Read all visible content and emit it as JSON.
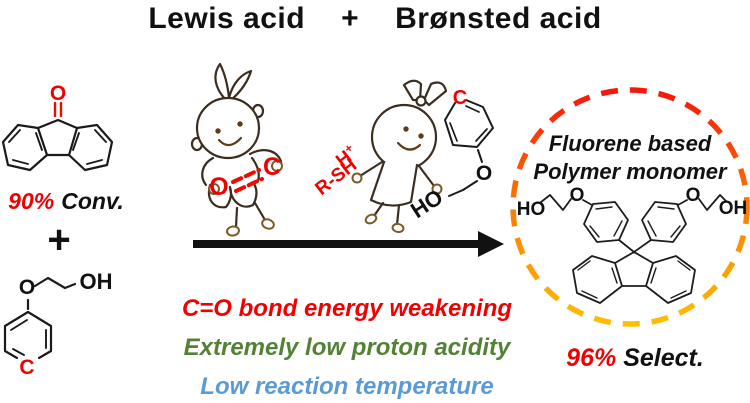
{
  "colors": {
    "red": "#f10000",
    "green": "#538135",
    "blue": "#5b9bd5",
    "black": "#111111",
    "circle_top": "#f8150a",
    "circle_mid": "#fb7a04",
    "circle_bottom": "#ffbe00"
  },
  "title": {
    "lewis": "Lewis acid",
    "plus": "+",
    "bronsted": "Brønsted acid"
  },
  "left_panel": {
    "fluorenone": {
      "oxygen": "O"
    },
    "conversion": {
      "value": "90%",
      "label": "Conv."
    },
    "plus": "+",
    "phenoxyethanol": {
      "oxygen": "O",
      "hydroxyl": "OH",
      "carbon": "C"
    }
  },
  "center_panel": {
    "co_bond": {
      "oxygen": "O",
      "carbon": "C"
    },
    "bronsted_labels": {
      "proton_base": "H",
      "proton_sup": "+",
      "thiol": "R-SH"
    },
    "held_molecule": {
      "carbon": "C",
      "oxygen": "O",
      "hydroxyl": "HO"
    },
    "benefits": {
      "line1": {
        "text": "C=O bond energy weakening",
        "color": "#f10000"
      },
      "line2": {
        "text": "Extremely low proton acidity",
        "color": "#538135"
      },
      "line3": {
        "text": "Low reaction temperature",
        "color": "#5b9bd5"
      }
    }
  },
  "product_panel": {
    "caption_line1": "Fluorene based",
    "caption_line2": "Polymer monomer",
    "bpef": {
      "ho_left": "HO",
      "o_left": "O",
      "o_right": "O",
      "oh_right": "OH"
    },
    "selectivity": {
      "value": "96%",
      "label": "Select."
    }
  }
}
